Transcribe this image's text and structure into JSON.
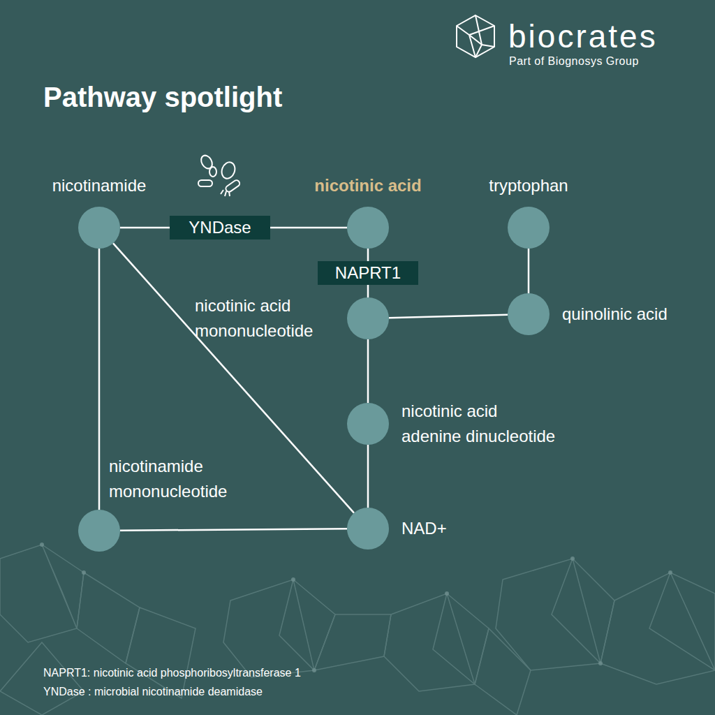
{
  "diagram": {
    "title": "Pathway spotlight",
    "nodes": [
      {
        "text": [
          "nicotinamide"
        ]
      },
      {
        "text": [
          "nicotinic acid"
        ]
      },
      {
        "text": [
          "tryptophan"
        ]
      },
      {
        "text": [
          "nicotinic acid mononucleotide"
        ]
      },
      {
        "text": [
          "quinolinic acid"
        ]
      },
      {
        "text": [
          "nicotinic acid adenine dinucleotide"
        ]
      },
      {
        "text": [
          "nicotinamide mononucleotide"
        ]
      },
      {
        "text": [
          "NAD+"
        ]
      }
    ],
    "edges": [
      {
        "from": 0,
        "to": 1,
        "arrow": "none",
        "label": "YNDase"
      },
      {
        "from": 1,
        "to": 3,
        "arrow": "none",
        "label": "NAPRT1"
      },
      {
        "from": 2,
        "to": 4,
        "arrow": "none"
      },
      {
        "from": 4,
        "to": 3,
        "arrow": "none"
      },
      {
        "from": 3,
        "to": 5,
        "arrow": "none"
      },
      {
        "from": 5,
        "to": 7,
        "arrow": "none"
      },
      {
        "from": 0,
        "to": 7,
        "arrow": "none"
      },
      {
        "from": 0,
        "to": 6,
        "arrow": "none"
      },
      {
        "from": 6,
        "to": 7,
        "arrow": "none"
      }
    ],
    "labels": [
      "biocrates",
      "Part of Biognosys Group",
      "NAPRT1: nicotinic acid phosphoribosyltransferase 1",
      "YNDase : microbial nicotinamide deamidase"
    ]
  }
}
